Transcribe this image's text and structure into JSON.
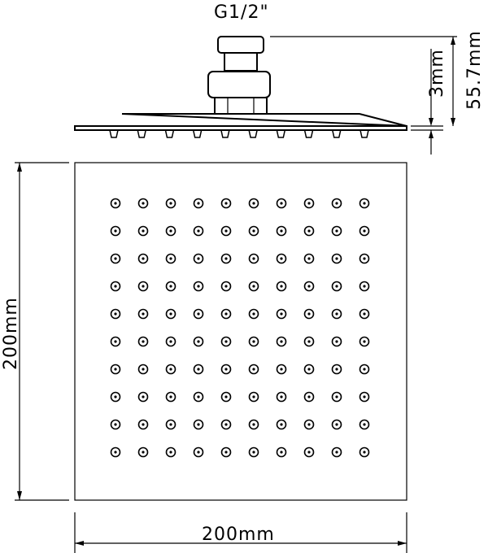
{
  "labels": {
    "thread": "G1/2\"",
    "height_total": "55.7mm",
    "plate_thickness": "3mm",
    "side_length": "200mm",
    "width": "200mm"
  },
  "nozzle_grid": {
    "rows": 10,
    "cols": 10
  },
  "profile_nozzles": 10,
  "colors": {
    "line": "#000000",
    "background": "#ffffff"
  }
}
